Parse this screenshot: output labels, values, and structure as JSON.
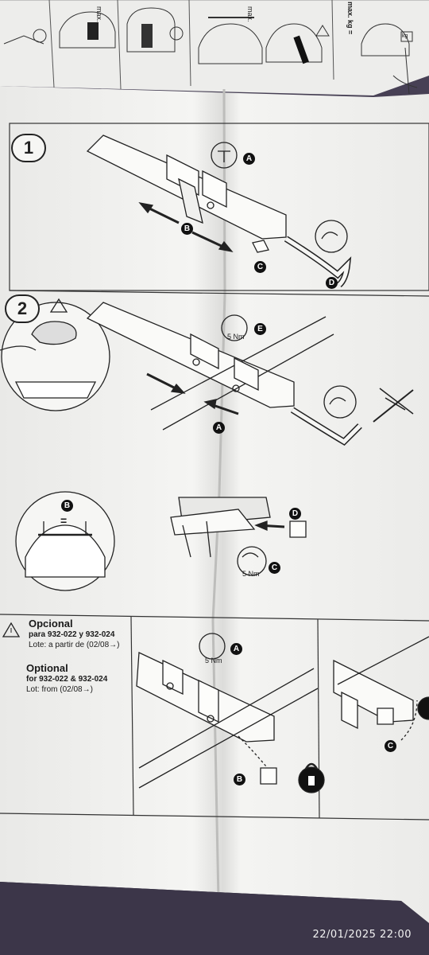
{
  "top_strip": {
    "max_label_1": "max.",
    "max_label_2": "max.",
    "max_kg_label": "max. kg =",
    "kg_tag": "kg"
  },
  "step1": {
    "number": "1",
    "callouts": [
      "A",
      "B",
      "C",
      "D"
    ]
  },
  "step2": {
    "number": "2",
    "callouts": [
      "E",
      "A"
    ],
    "torque": "5 Nm"
  },
  "step3": {
    "callouts": [
      "B",
      "D",
      "C"
    ],
    "torque": "5 Nm",
    "equal_sign": "="
  },
  "optional": {
    "es_title": "Opcional",
    "es_for": "para 932-022 y 932-024",
    "es_lot": "Lote: a partir de (02/08→)",
    "en_title": "Optional",
    "en_for": "for 932-022 & 932-024",
    "en_lot": "Lot: from (02/08→)",
    "torque": "5 Nm",
    "callouts": [
      "A",
      "B",
      "C"
    ]
  },
  "photo": {
    "timestamp": "22/01/2025  22:00"
  },
  "colors": {
    "paper": "#f3f3f1",
    "ink": "#1a1a1a",
    "background": "#3a3448"
  }
}
